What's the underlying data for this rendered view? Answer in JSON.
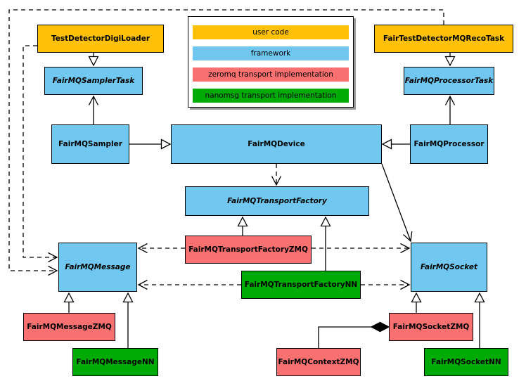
{
  "diagram": {
    "type": "uml-class-diagram",
    "subject": "FairMQ framework class hierarchy",
    "colors": {
      "user_code": "#FFC107",
      "framework": "#70C8F0",
      "zeromq": "#F87070",
      "nanomsg": "#00AB06",
      "line": "#000000",
      "background": "#FFFFFF"
    },
    "legend": {
      "items": [
        {
          "label": "user code",
          "category": "user",
          "color": "#FFC107"
        },
        {
          "label": "framework",
          "category": "framework",
          "color": "#70C8F0"
        },
        {
          "label": "zeromq transport implementation",
          "category": "zeromq",
          "color": "#F87070"
        },
        {
          "label": "nanomsg transport implementation",
          "category": "nanomsg",
          "color": "#00AB06"
        }
      ]
    },
    "nodes": {
      "testDetectorDigiLoader": {
        "label": "TestDetectorDigiLoader",
        "category": "user",
        "abstract": false
      },
      "fairTestDetectorMQRecoTask": {
        "label": "FairTestDetectorMQRecoTask",
        "category": "user",
        "abstract": false
      },
      "fairMQSamplerTask": {
        "label": "FairMQSamplerTask",
        "category": "framework",
        "abstract": true
      },
      "fairMQProcessorTask": {
        "label": "FairMQProcessorTask",
        "category": "framework",
        "abstract": true
      },
      "fairMQSampler": {
        "label": "FairMQSampler",
        "category": "framework",
        "abstract": false
      },
      "fairMQDevice": {
        "label": "FairMQDevice",
        "category": "framework",
        "abstract": false
      },
      "fairMQProcessor": {
        "label": "FairMQProcessor",
        "category": "framework",
        "abstract": false
      },
      "fairMQTransportFactory": {
        "label": "FairMQTransportFactory",
        "category": "framework",
        "abstract": true
      },
      "fairMQTransportFactoryZMQ": {
        "label": "FairMQTransportFactoryZMQ",
        "category": "zeromq",
        "abstract": false
      },
      "fairMQTransportFactoryNN": {
        "label": "FairMQTransportFactoryNN",
        "category": "nanomsg",
        "abstract": false
      },
      "fairMQMessage": {
        "label": "FairMQMessage",
        "category": "framework",
        "abstract": true
      },
      "fairMQSocket": {
        "label": "FairMQSocket",
        "category": "framework",
        "abstract": true
      },
      "fairMQMessageZMQ": {
        "label": "FairMQMessageZMQ",
        "category": "zeromq",
        "abstract": false
      },
      "fairMQMessageNN": {
        "label": "FairMQMessageNN",
        "category": "nanomsg",
        "abstract": false
      },
      "fairMQContextZMQ": {
        "label": "FairMQContextZMQ",
        "category": "zeromq",
        "abstract": false
      },
      "fairMQSocketZMQ": {
        "label": "FairMQSocketZMQ",
        "category": "zeromq",
        "abstract": false
      },
      "fairMQSocketNN": {
        "label": "FairMQSocketNN",
        "category": "nanomsg",
        "abstract": false
      }
    },
    "edges": [
      {
        "from": "TestDetectorDigiLoader",
        "to": "FairMQSamplerTask",
        "type": "inheritance",
        "line": "solid"
      },
      {
        "from": "FairTestDetectorMQRecoTask",
        "to": "FairMQProcessorTask",
        "type": "inheritance",
        "line": "solid"
      },
      {
        "from": "FairMQSampler",
        "to": "FairMQSamplerTask",
        "type": "association",
        "line": "solid"
      },
      {
        "from": "FairMQProcessor",
        "to": "FairMQProcessorTask",
        "type": "association",
        "line": "solid"
      },
      {
        "from": "FairMQSampler",
        "to": "FairMQDevice",
        "type": "inheritance",
        "line": "solid"
      },
      {
        "from": "FairMQProcessor",
        "to": "FairMQDevice",
        "type": "inheritance",
        "line": "solid"
      },
      {
        "from": "FairMQDevice",
        "to": "FairMQTransportFactory",
        "type": "dependency",
        "line": "dashed"
      },
      {
        "from": "FairMQDevice",
        "to": "FairMQSocket",
        "type": "association",
        "line": "solid"
      },
      {
        "from": "FairMQTransportFactoryZMQ",
        "to": "FairMQTransportFactory",
        "type": "inheritance",
        "line": "solid"
      },
      {
        "from": "FairMQTransportFactoryNN",
        "to": "FairMQTransportFactory",
        "type": "inheritance",
        "line": "solid"
      },
      {
        "from": "FairMQTransportFactoryZMQ",
        "to": "FairMQMessage",
        "type": "dependency",
        "line": "dashed"
      },
      {
        "from": "FairMQTransportFactoryZMQ",
        "to": "FairMQSocket",
        "type": "dependency",
        "line": "dashed"
      },
      {
        "from": "FairMQTransportFactoryNN",
        "to": "FairMQMessage",
        "type": "dependency",
        "line": "dashed"
      },
      {
        "from": "FairMQTransportFactoryNN",
        "to": "FairMQSocket",
        "type": "dependency",
        "line": "dashed"
      },
      {
        "from": "TestDetectorDigiLoader",
        "to": "FairMQMessage",
        "type": "dependency",
        "line": "dashed"
      },
      {
        "from": "FairTestDetectorMQRecoTask",
        "to": "FairMQMessage",
        "type": "dependency",
        "line": "dashed"
      },
      {
        "from": "FairMQMessageZMQ",
        "to": "FairMQMessage",
        "type": "inheritance",
        "line": "solid"
      },
      {
        "from": "FairMQMessageNN",
        "to": "FairMQMessage",
        "type": "inheritance",
        "line": "solid"
      },
      {
        "from": "FairMQSocketZMQ",
        "to": "FairMQSocket",
        "type": "inheritance",
        "line": "solid"
      },
      {
        "from": "FairMQSocketNN",
        "to": "FairMQSocket",
        "type": "inheritance",
        "line": "solid"
      },
      {
        "from": "FairMQContextZMQ",
        "to": "FairMQSocketZMQ",
        "type": "composition",
        "line": "solid"
      }
    ]
  }
}
